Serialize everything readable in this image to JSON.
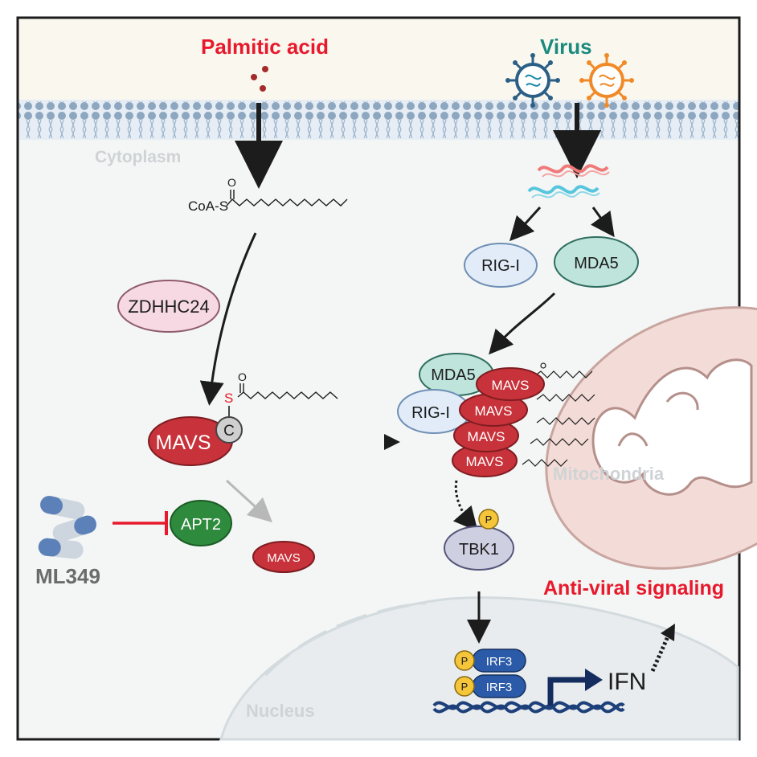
{
  "labels": {
    "palmitic_acid": "Palmitic acid",
    "virus": "Virus",
    "cytoplasm": "Cytoplasm",
    "coa_s": "CoA-S",
    "carbonyl_o": "O",
    "zdhhc24": "ZDHHC24",
    "mavs_main": "MAVS",
    "cysteine": "C",
    "sulfur": "S",
    "apt2": "APT2",
    "mavs_small": "MAVS",
    "ml349": "ML349",
    "rig_i": "RIG-I",
    "mda5": "MDA5",
    "complex_mda5": "MDA5",
    "complex_rig_i": "RIG-I",
    "complex_mavs": [
      "MAVS",
      "MAVS",
      "MAVS",
      "MAVS"
    ],
    "mitochondria": "Mitochondria",
    "phospho": "P",
    "tbk1": "TBK1",
    "irf3": [
      "IRF3",
      "IRF3"
    ],
    "ifn": "IFN",
    "antiviral_signaling": "Anti-viral signaling",
    "nucleus": "Nucleus"
  },
  "colors": {
    "mavs": "#c8323a",
    "apt2": "#2e8b3d",
    "zdhhc24": "#f6d9e3",
    "rig_i": "#e2ecf8",
    "mda5": "#bfe4dc",
    "tbk1": "#cfcfe2",
    "irf3": "#2a5aa8",
    "phospho": "#f5c53a",
    "mitochondria": "#f3dcd7",
    "highlight_red": "#e8192c",
    "virus_teal": "#1a8a7f",
    "virus_orange": "#f08a28",
    "virus_blue": "#2b5f86"
  },
  "icons": [
    "pill-capsule-icon",
    "virus-icon",
    "dna-icon",
    "promoter-arrow-icon",
    "inhibition-bar-icon"
  ]
}
